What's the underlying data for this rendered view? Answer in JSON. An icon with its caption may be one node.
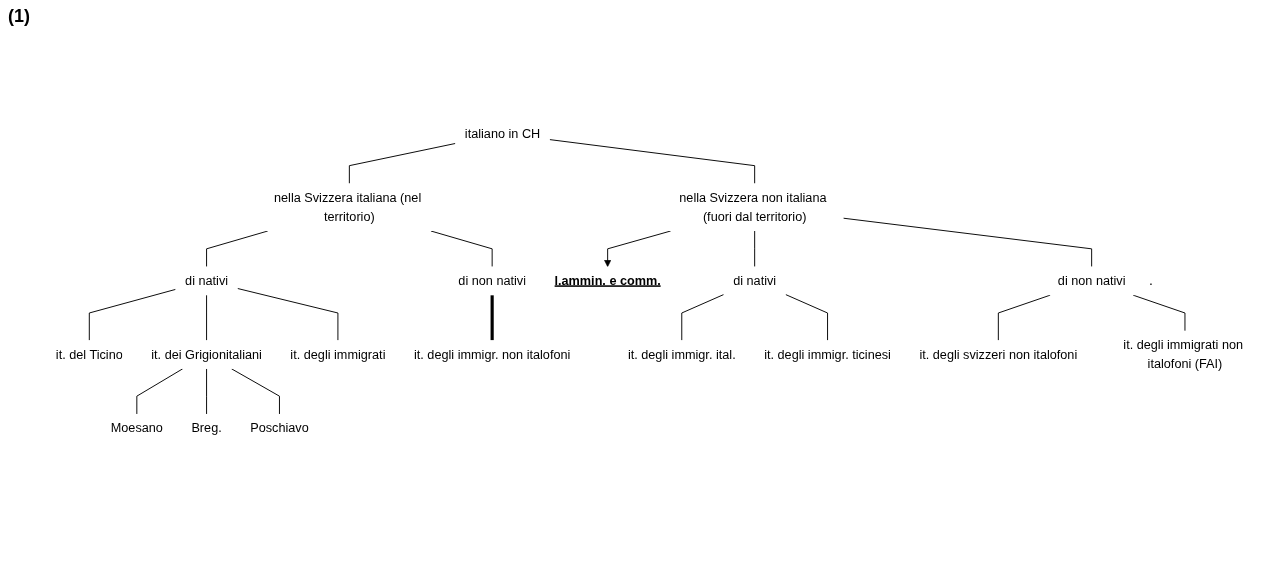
{
  "diagram": {
    "nodes": [
      {
        "text": [
          "italiano in CH"
        ]
      },
      {
        "text": [
          "nella Svizzera italiana (nel territorio)"
        ]
      },
      {
        "text": [
          "nella Svizzera non italiana (fuori dal territorio)"
        ]
      },
      {
        "text": [
          "l.ammin. e comm."
        ]
      },
      {
        "text": [
          "di nativi"
        ]
      },
      {
        "text": [
          "di non nativi"
        ]
      },
      {
        "text": [
          "di nativi"
        ]
      },
      {
        "text": [
          "di non nativi"
        ],
        "beside": [
          "."
        ]
      },
      {
        "text": [
          "it. del Ticino"
        ]
      },
      {
        "text": [
          "it. dei Grigionitaliani"
        ]
      },
      {
        "text": [
          "it. degli immigrati"
        ]
      },
      {
        "text": [
          "it. degli immigr. non italofoni"
        ]
      },
      {
        "text": [
          "Moesano"
        ]
      },
      {
        "text": [
          "Breg."
        ]
      },
      {
        "text": [
          "Poschiavo"
        ]
      },
      {
        "text": [
          "it. degli immigr. ital."
        ]
      },
      {
        "text": [
          "it. degli immigr. ticinesi"
        ]
      },
      {
        "text": [
          "it. degli svizzeri non italofoni"
        ]
      },
      {
        "text": [
          "it. degli immigrati non italofoni (FAI)"
        ]
      }
    ],
    "edges": [
      {
        "from": 0,
        "to": 1,
        "arrow": "none"
      },
      {
        "from": 0,
        "to": 2,
        "arrow": "none"
      },
      {
        "from": 1,
        "to": 4,
        "arrow": "none"
      },
      {
        "from": 1,
        "to": 5,
        "arrow": "none"
      },
      {
        "from": 2,
        "to": 3,
        "arrow": "to"
      },
      {
        "from": 2,
        "to": 6,
        "arrow": "none"
      },
      {
        "from": 2,
        "to": 7,
        "arrow": "none"
      },
      {
        "from": 4,
        "to": 8,
        "arrow": "none"
      },
      {
        "from": 4,
        "to": 9,
        "arrow": "none"
      },
      {
        "from": 4,
        "to": 10,
        "arrow": "none"
      },
      {
        "from": 5,
        "to": 11,
        "arrow": "none",
        "style": "thick"
      },
      {
        "from": 6,
        "to": 15,
        "arrow": "none"
      },
      {
        "from": 6,
        "to": 16,
        "arrow": "none"
      },
      {
        "from": 7,
        "to": 17,
        "arrow": "none"
      },
      {
        "from": 7,
        "to": 18,
        "arrow": "none"
      },
      {
        "from": 9,
        "to": 12,
        "arrow": "none"
      },
      {
        "from": 9,
        "to": 13,
        "arrow": "none"
      },
      {
        "from": 9,
        "to": 14,
        "arrow": "none"
      }
    ],
    "labels": [
      "(1)"
    ]
  }
}
